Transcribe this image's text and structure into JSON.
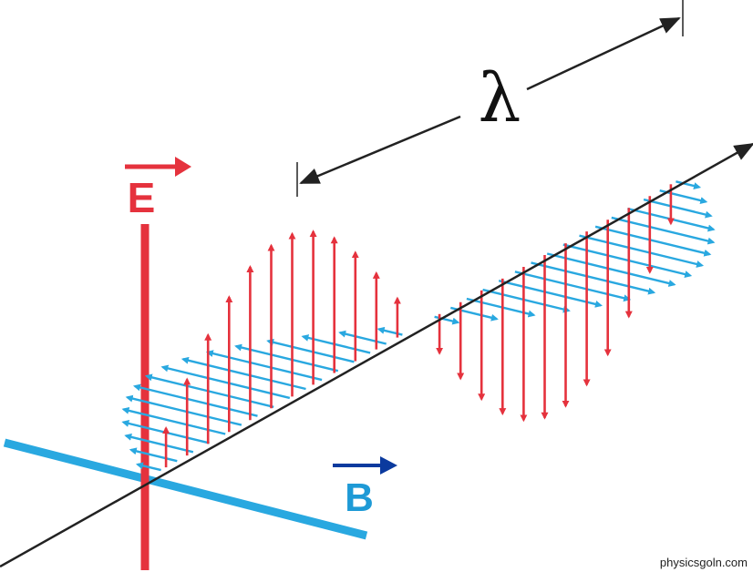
{
  "labels": {
    "e_field": "E",
    "b_field": "B",
    "wavelength": "λ"
  },
  "watermark": "physicsgoln.com",
  "colors": {
    "e_field": "#e5323d",
    "b_field": "#29a8e0",
    "b_label": "#1e9ad6",
    "b_arrow": "#0b3a9e",
    "axis": "#222222",
    "background": "#ffffff"
  }
}
